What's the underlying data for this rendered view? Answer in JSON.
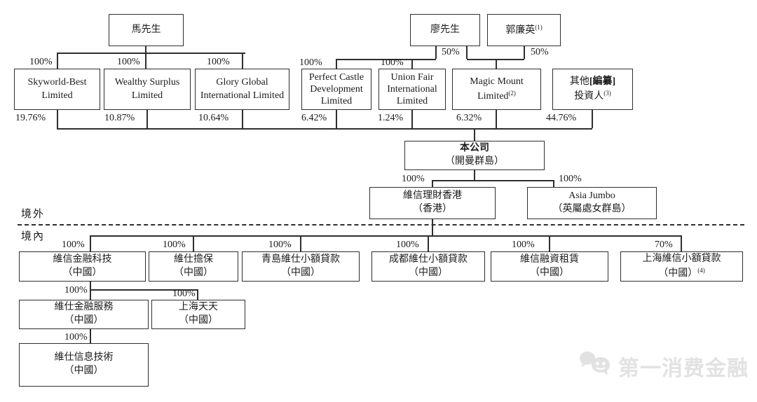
{
  "colors": {
    "line": "#2e2e2e",
    "watermark": "#e2e2e2",
    "background": "#ffffff"
  },
  "labels": {
    "offshore": "境外",
    "onshore": "境內"
  },
  "nodes": {
    "ma": {
      "name": "馬先生"
    },
    "liao": {
      "name": "廖先生",
      "own_magic": "50%"
    },
    "guo": {
      "name": "郭廉英",
      "sup": "(1)",
      "own_magic": "50%"
    },
    "skyworld": {
      "l1": "Skyworld-Best",
      "l2": "Limited",
      "own": "100%",
      "stake": "19.76%"
    },
    "wealthy": {
      "l1": "Wealthy Surplus",
      "l2": "Limited",
      "own": "100%",
      "stake": "10.87%"
    },
    "glory": {
      "l1": "Glory Global",
      "l2": "International Limited",
      "own": "100%",
      "stake": "10.64%"
    },
    "perfect": {
      "l1": "Perfect Castle",
      "l2": "Development",
      "l3": "Limited",
      "own": "100%",
      "stake": "6.42%"
    },
    "unionfair": {
      "l1": "Union Fair",
      "l2": "International",
      "l3": "Limited",
      "own": "100%",
      "stake": "1.24%"
    },
    "magicmount": {
      "l1": "Magic Mount",
      "l2": "Limited",
      "l2sup": "(2)",
      "stake": "6.32%"
    },
    "other": {
      "l1a": "其他",
      "l1b": "[編纂]",
      "l2": "投資人",
      "l2sup": "(3)",
      "stake": "44.76%"
    },
    "company": {
      "l1": "本公司",
      "l2": "（開曼群島）"
    },
    "vcredit_hk": {
      "l1": "維信理財香港",
      "l2": "（香港）",
      "own": "100%"
    },
    "asia_jumbo": {
      "l1": "Asia Jumbo",
      "l2": "（英屬處女群島）",
      "own": "100%"
    },
    "vc_fintech": {
      "l1": "維信金融科技",
      "l2": "（中國）",
      "own": "100%"
    },
    "vs_guarantee": {
      "l1": "維仕擔保",
      "l2": "（中國）",
      "own": "100%"
    },
    "qingdao": {
      "l1": "青島維仕小額貸款",
      "l2": "（中國）",
      "own": "100%"
    },
    "chengdu": {
      "l1": "成都維仕小額貸款",
      "l2": "（中國）",
      "own": "100%"
    },
    "vc_leasing": {
      "l1": "維信融資租賃",
      "l2": "（中國）",
      "own": "100%"
    },
    "shanghai_vc": {
      "l1": "上海維信小額貸款",
      "l2": "（中國）",
      "l2sup": "(4)",
      "own": "70%"
    },
    "vs_services": {
      "l1": "維仕金融服務",
      "l2": "（中國）",
      "own": "100%"
    },
    "shanghai_tt": {
      "l1": "上海天天",
      "l2": "（中國）",
      "own": "100%"
    },
    "vs_infotech": {
      "l1": "維仕信息技術",
      "l2": "（中國）",
      "own": "100%"
    }
  },
  "watermark": {
    "brand": "第一消费金融",
    "icon": "chat-bubbles-icon"
  }
}
